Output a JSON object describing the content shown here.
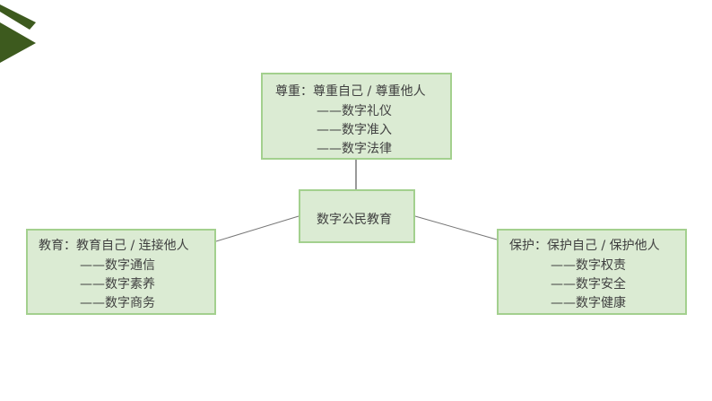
{
  "center": {
    "label": "数字公民教育"
  },
  "top": {
    "title": "尊重：尊重自己 / 尊重他人",
    "items": [
      "——数字礼仪",
      "——数字准入",
      "——数字法律"
    ]
  },
  "left": {
    "title": "教育：教育自己 / 连接他人",
    "items": [
      "——数字通信",
      "——数字素养",
      "——数字商务"
    ]
  },
  "right": {
    "title": "保护：保护自己 / 保护他人",
    "items": [
      "——数字权责",
      "——数字安全",
      "——数字健康"
    ]
  },
  "colors": {
    "logo": "#3d5a1e",
    "box_fill": "#dbebd3",
    "box_border": "#a3d08e"
  }
}
